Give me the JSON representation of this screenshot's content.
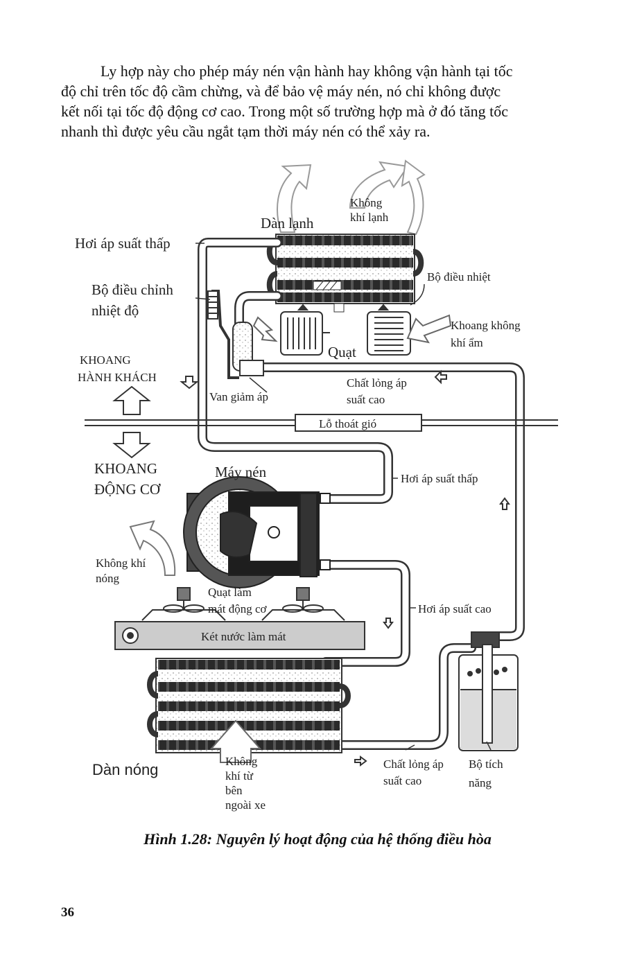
{
  "paragraph": {
    "lines": [
      "Ly hợp này cho phép máy nén vận hành hay không vận hành tại tốc",
      "độ chỉ trên tốc độ cầm chừng, và để bảo vệ máy nén, nó chỉ không được",
      "kết nối tại tốc độ động cơ cao. Trong một số trường hợp mà ở đó tăng tốc",
      "nhanh thì được yêu cầu ngắt tạm thời máy nén có thể xảy ra."
    ]
  },
  "figure": {
    "labels": {
      "cold_air_l1": "Không",
      "cold_air_l2": "khí lạnh",
      "evaporator": "Dàn lạnh",
      "low_pressure_gas_top": "Hơi áp suất thấp",
      "temp_regulator_l1": "Bộ điều chỉnh",
      "temp_regulator_l2": "nhiệt độ",
      "thermostat": "Bộ điều nhiệt",
      "humid_air_l1": "Khoang không",
      "humid_air_l2": "khí ẩm",
      "fan": "Quạt",
      "cabin_l1": "KHOANG",
      "cabin_l2": "HÀNH KHÁCH",
      "expansion_valve": "Van giảm áp",
      "hp_liquid_top_l1": "Chất lỏng áp",
      "hp_liquid_top_l2": "suất cao",
      "air_vent": "Lỗ thoát gió",
      "engine_bay_l1": "KHOANG",
      "engine_bay_l2": "ĐỘNG CƠ",
      "compressor": "Máy nén",
      "low_pressure_gas_mid": "Hơi áp suất thấp",
      "hot_air_l1": "Không khí",
      "hot_air_l2": "nóng",
      "cooling_fan_l1": "Quạt làm",
      "cooling_fan_l2": "mát động cơ",
      "high_pressure_gas": "Hơi áp suất cao",
      "radiator": "Két nước làm mát",
      "condenser": "Dàn nóng",
      "outside_air_l1": "Không",
      "outside_air_l2": "khí từ",
      "outside_air_l3": "bên",
      "outside_air_l4": "ngoài xe",
      "hp_liquid_bottom_l1": "Chất lỏng áp",
      "hp_liquid_bottom_l2": "suất cao",
      "receiver_l1": "Bộ tích",
      "receiver_l2": "năng"
    },
    "caption": "Hình 1.28: Nguyên lý hoạt động của hệ thống điều hòa"
  },
  "page_number": "36"
}
